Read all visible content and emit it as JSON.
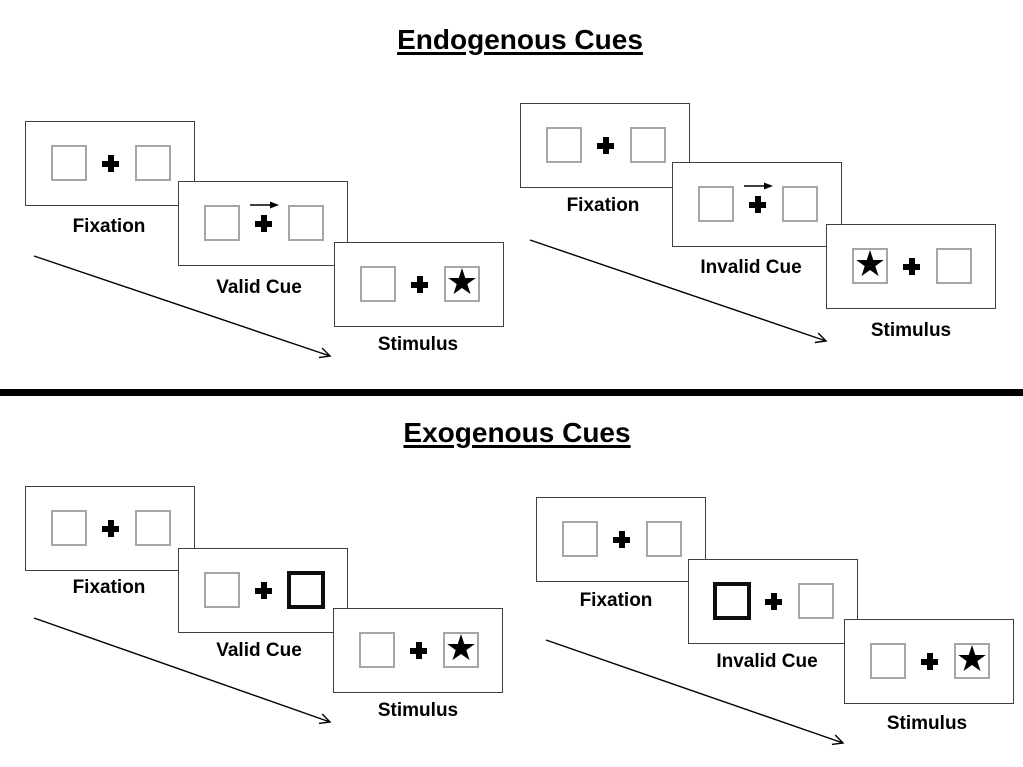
{
  "sections": [
    {
      "title": "Endogenous Cues",
      "sequences": [
        {
          "steps": [
            {
              "label": "Fixation"
            },
            {
              "label": "Valid Cue"
            },
            {
              "label": "Stimulus"
            }
          ]
        },
        {
          "steps": [
            {
              "label": "Fixation"
            },
            {
              "label": "Invalid Cue"
            },
            {
              "label": "Stimulus"
            }
          ]
        }
      ]
    },
    {
      "title": "Exogenous Cues",
      "sequences": [
        {
          "steps": [
            {
              "label": "Fixation"
            },
            {
              "label": "Valid Cue"
            },
            {
              "label": "Stimulus"
            }
          ]
        },
        {
          "steps": [
            {
              "label": "Fixation"
            },
            {
              "label": "Invalid Cue"
            },
            {
              "label": "Stimulus"
            }
          ]
        }
      ]
    }
  ],
  "glyphs": {
    "star": "★"
  },
  "colors": {
    "background": "#ffffff",
    "text": "#000000",
    "panel_border": "#404040",
    "square_border": "#a6a6a6",
    "bold_square_border": "#0d0d0d",
    "divider": "#000000"
  }
}
